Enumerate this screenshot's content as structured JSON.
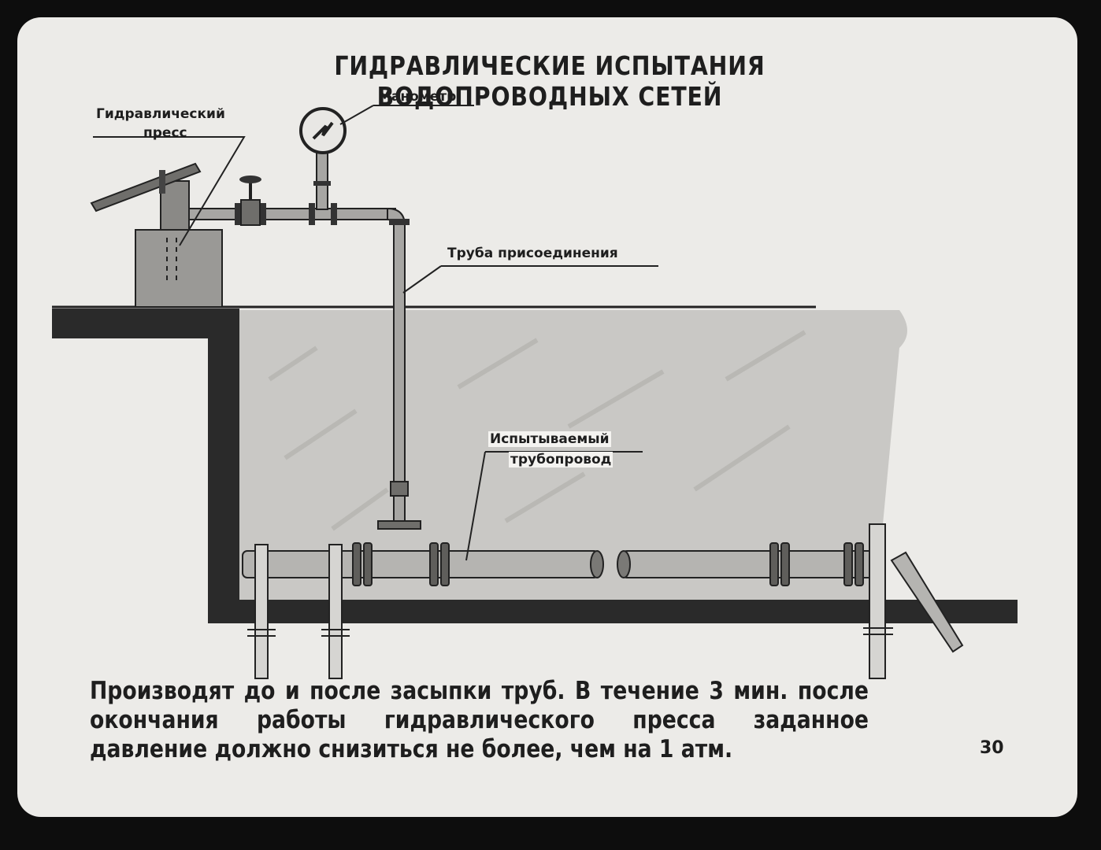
{
  "title": "ГИДРАВЛИЧЕСКИЕ ИСПЫТАНИЯ ВОДОПРОВОДНЫХ СЕТЕЙ",
  "labels": {
    "press_line1": "Гидравлический",
    "press_line2": "пресс",
    "manometer": "Манометр",
    "connection_pipe": "Труба присоединения",
    "tested_pipe_line1": "Испытываемый",
    "tested_pipe_line2": "трубопровод"
  },
  "caption": "Производят до и после засыпки труб. В течение 3 мин. после окончания работы гидравлического пресса заданное давление должно снизиться не более, чем на 1 атм.",
  "page_number": "30",
  "colors": {
    "background": "#0d0d0d",
    "slide": "#ecebe8",
    "ink": "#1e1e1e",
    "trench_fill": "#c9c8c5"
  }
}
